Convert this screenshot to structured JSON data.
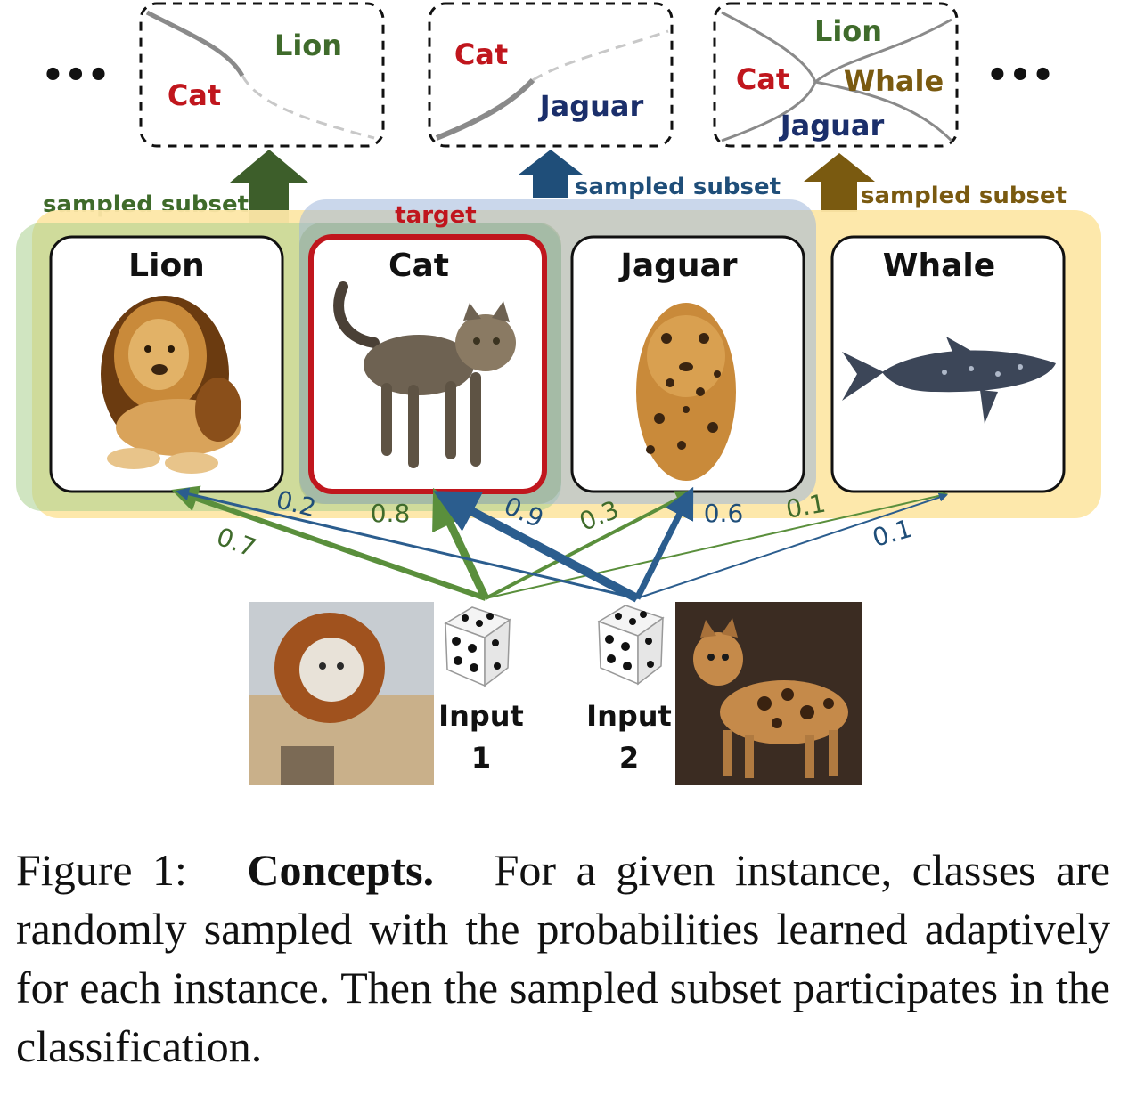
{
  "figure": {
    "ellipsis": "•••",
    "panels": [
      {
        "labels": [
          "Lion",
          "Cat"
        ]
      },
      {
        "labels": [
          "Cat",
          "Jaguar"
        ]
      },
      {
        "labels": [
          "Lion",
          "Cat",
          "Whale",
          "Jaguar"
        ]
      }
    ],
    "subset_labels": [
      "sampled subset",
      "sampled subset",
      "sampled subset"
    ],
    "target_label": "target",
    "classes": [
      "Lion",
      "Cat",
      "Jaguar",
      "Whale"
    ],
    "edge_labels": [
      "0.7",
      "0.2",
      "0.8",
      "0.9",
      "0.3",
      "0.6",
      "0.1",
      "0.1"
    ],
    "inputs": [
      {
        "line1": "Input",
        "line2": "1"
      },
      {
        "line1": "Input",
        "line2": "2"
      }
    ],
    "colors": {
      "green": "#3f6b2b",
      "blue": "#1f4e79",
      "brown": "#7a5a10",
      "red": "#c0161d",
      "navy": "#1b2f6b",
      "green_region": "#b7d7a8",
      "yellow_region": "#fde7a6",
      "blue_region": "#b4c8e6"
    }
  },
  "caption": {
    "label": "Figure 1:",
    "bold": "Concepts.",
    "text": "For a given instance, classes are randomly sampled with the probabilities learned adaptively for each instance. Then the sampled subset participates in the classification."
  }
}
